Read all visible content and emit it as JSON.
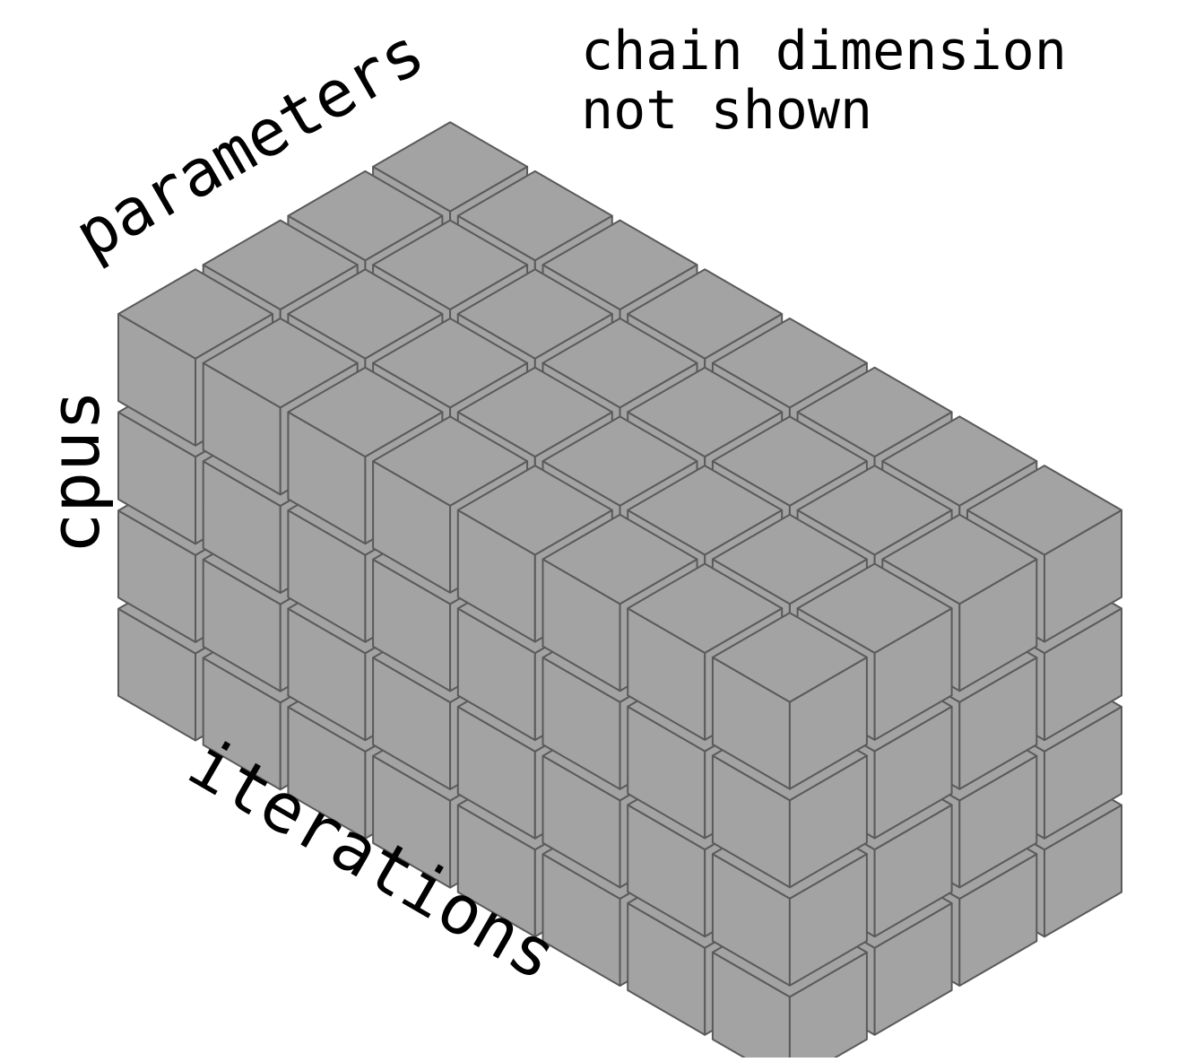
{
  "labels": {
    "note_line1": "chain dimension",
    "note_line2": "not shown",
    "parameters": "parameters",
    "cpus": "cpus",
    "iterations": "iterations"
  },
  "grid": {
    "iterations_count": 8,
    "parameters_count": 4,
    "cpus_count": 4
  },
  "colors": {
    "cube_fill": "#a3a3a3",
    "cube_stroke": "#5a5a5a",
    "text": "#000000",
    "background": "#ffffff"
  }
}
